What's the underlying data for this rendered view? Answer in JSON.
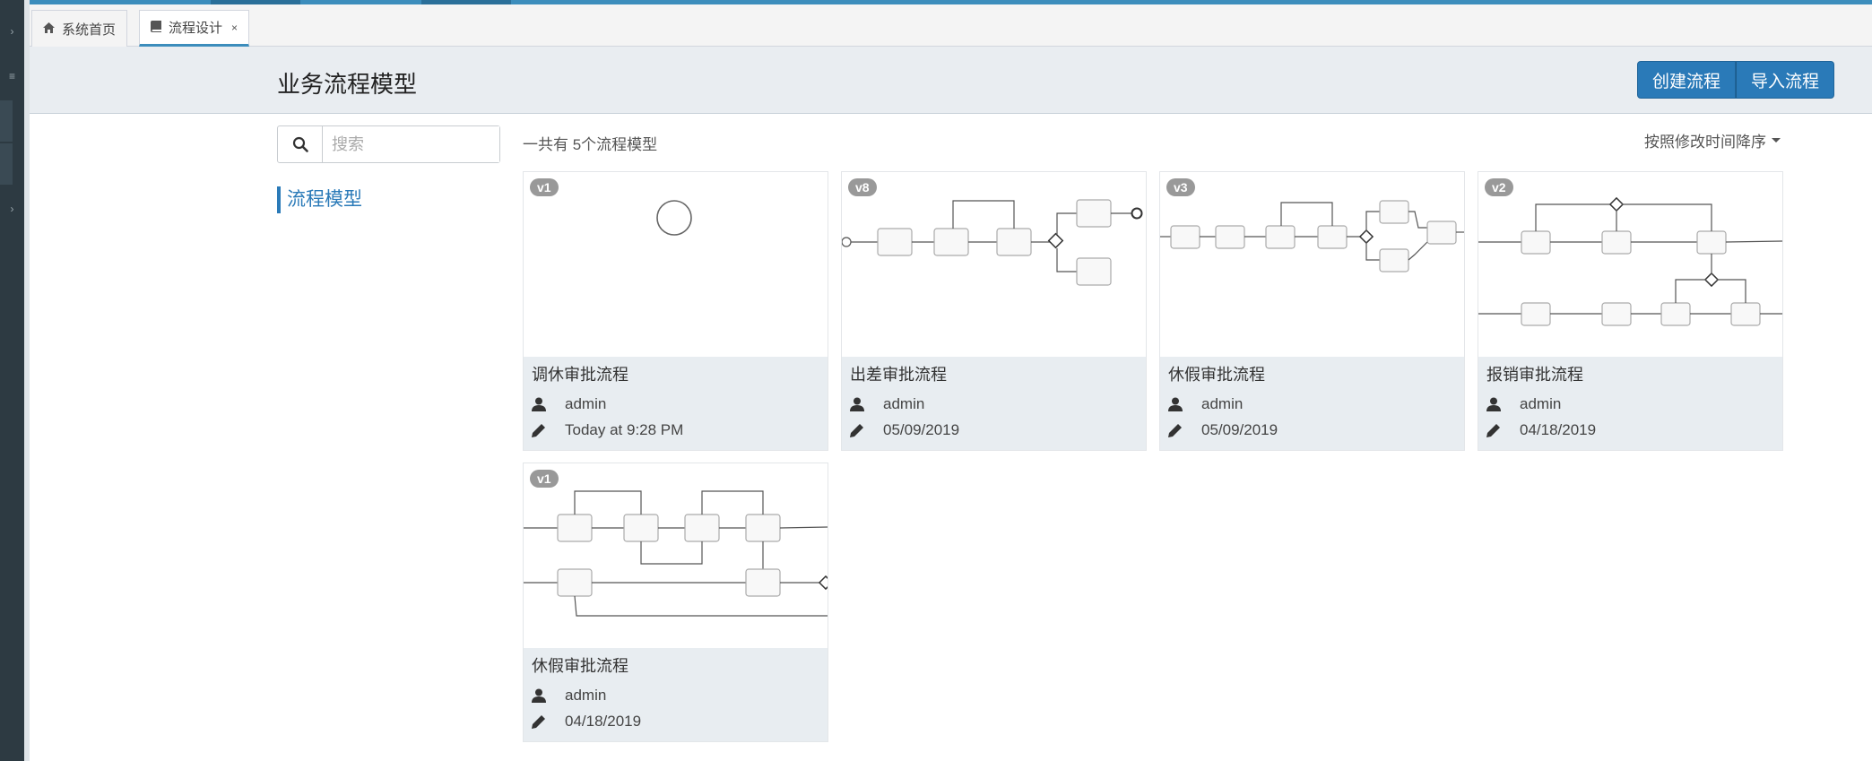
{
  "tabs": [
    {
      "label": "系统首页",
      "icon": "home-icon"
    },
    {
      "label": "流程设计",
      "icon": "book-icon",
      "close": "×"
    }
  ],
  "header": {
    "title": "业务流程模型",
    "create_label": "创建流程",
    "import_label": "导入流程"
  },
  "search": {
    "placeholder": "搜索"
  },
  "sidenav": {
    "models_label": "流程模型"
  },
  "list": {
    "count_text": "一共有 5个流程模型",
    "sort_label": "按照修改时间降序"
  },
  "cards": [
    {
      "version": "v1",
      "name": "调休审批流程",
      "user": "admin",
      "modified": "Today at 9:28 PM"
    },
    {
      "version": "v8",
      "name": "出差审批流程",
      "user": "admin",
      "modified": "05/09/2019"
    },
    {
      "version": "v3",
      "name": "休假审批流程",
      "user": "admin",
      "modified": "05/09/2019"
    },
    {
      "version": "v2",
      "name": "报销审批流程",
      "user": "admin",
      "modified": "04/18/2019"
    },
    {
      "version": "v1",
      "name": "休假审批流程",
      "user": "admin",
      "modified": "04/18/2019"
    }
  ],
  "colors": {
    "accent": "#2a7ab8",
    "header_band": "#e9edf1",
    "card_info": "#e8edf1",
    "rail": "#2d3a42"
  }
}
